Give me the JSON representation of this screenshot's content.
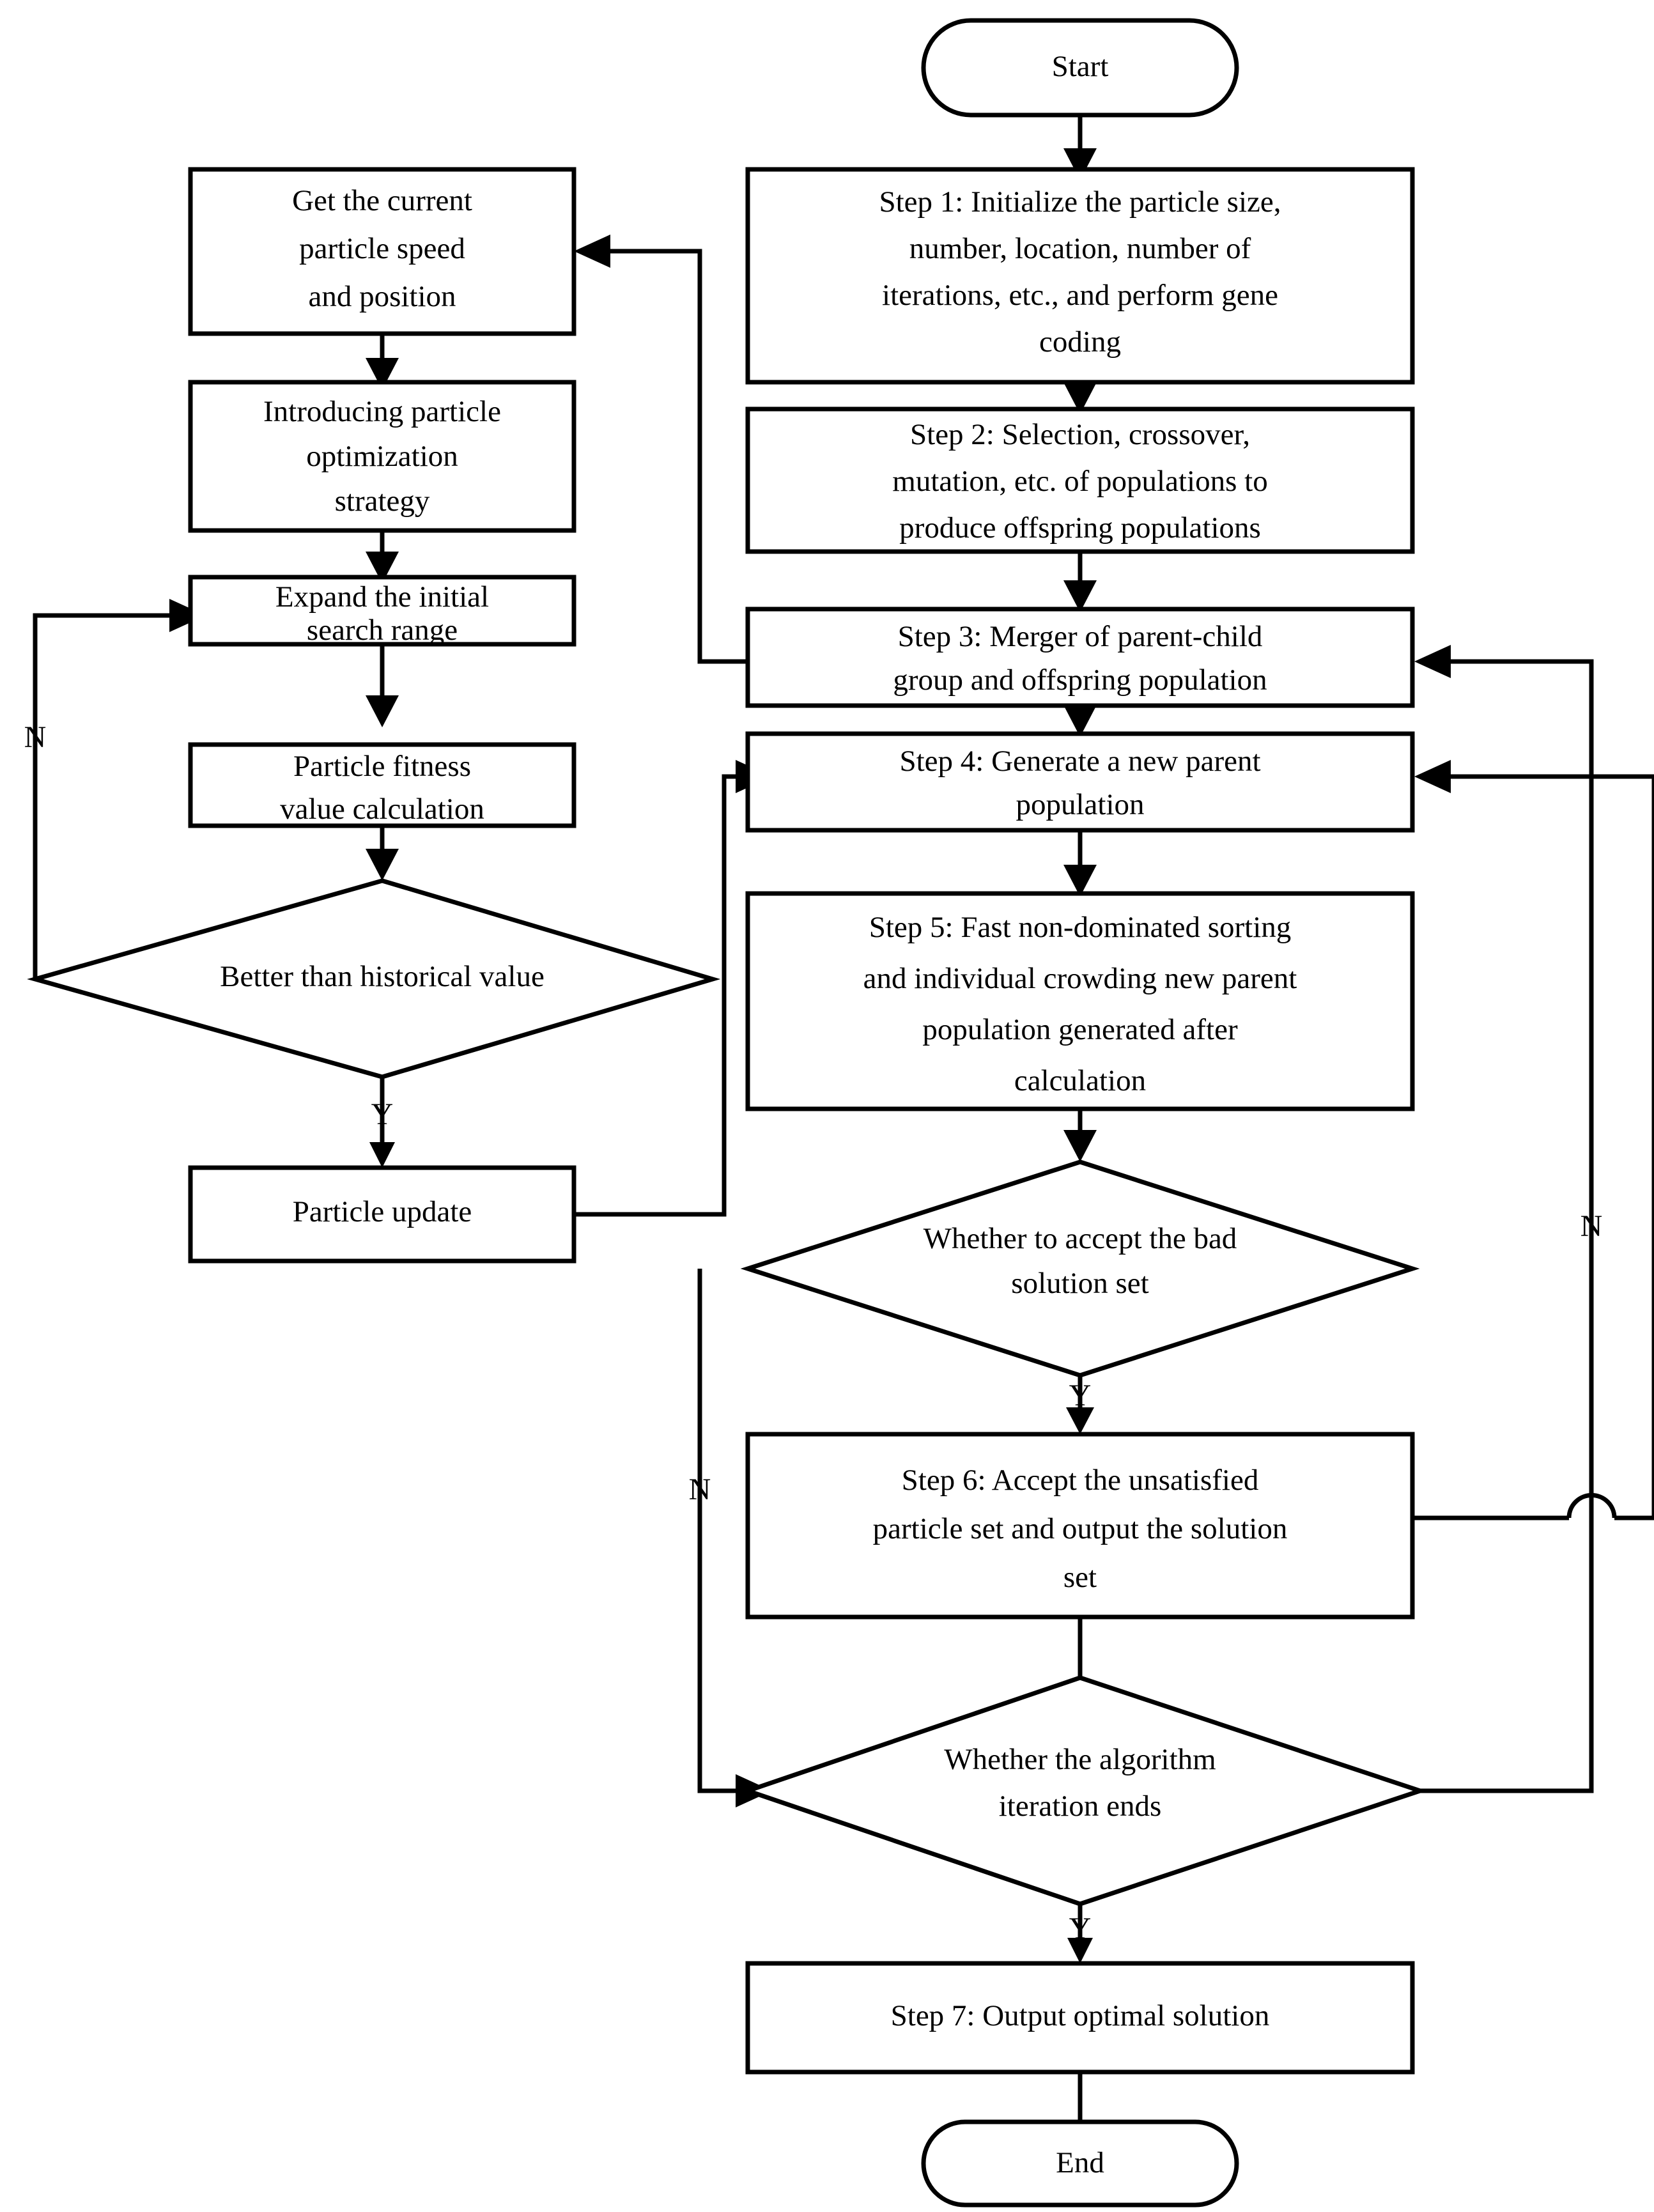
{
  "diagram": {
    "title": "Hybrid NSGA-II / Particle Swarm Optimization Algorithm Flowchart",
    "type": "flowchart",
    "background_color": "#ffffff",
    "line_color": "#000000",
    "text_color": "#000000"
  },
  "nodes": {
    "start": {
      "label": "Start",
      "shape": "terminator"
    },
    "end": {
      "label": "End",
      "shape": "terminator"
    },
    "step1": {
      "label": "Step 1: Initialize the particle size, number, location, number of iterations, etc., and perform gene coding",
      "shape": "process",
      "lines": [
        "Step 1: Initialize the particle size,",
        "number, location, number of",
        "iterations, etc., and perform gene",
        "coding"
      ]
    },
    "step2": {
      "label": "Step 2: Selection, crossover, mutation, etc. of populations to produce offspring populations",
      "shape": "process",
      "lines": [
        "Step 2: Selection, crossover,",
        "mutation, etc. of populations to",
        "produce offspring populations"
      ]
    },
    "step3": {
      "label": "Step 3: Merger of parent-child group and offspring population",
      "shape": "process",
      "lines": [
        "Step 3: Merger of parent-child",
        "group and offspring population"
      ]
    },
    "step4": {
      "label": "Step 4: Generate a new parent population",
      "shape": "process",
      "lines": [
        "Step 4: Generate a new parent",
        "population"
      ]
    },
    "step5": {
      "label": "Step 5: Fast non-dominated sorting and individual crowding new parent population generated after calculation",
      "shape": "process",
      "lines": [
        "Step 5: Fast non-dominated sorting",
        "and individual crowding new parent",
        "population generated after",
        "calculation"
      ]
    },
    "step6": {
      "label": "Step 6: Accept the unsatisfied particle set and output the solution set",
      "shape": "process",
      "lines": [
        "Step 6: Accept the unsatisfied",
        "particle set and output the solution",
        "set"
      ]
    },
    "step7": {
      "label": "Step 7: Output optimal solution",
      "shape": "process",
      "lines": [
        "Step 7: Output optimal solution"
      ]
    },
    "get_speed": {
      "label": "Get the current particle speed and position",
      "shape": "process",
      "lines": [
        "Get the current",
        "particle speed",
        "and position"
      ]
    },
    "introduce_pso": {
      "label": "Introducing particle optimization strategy",
      "shape": "process",
      "lines": [
        "Introducing particle",
        "optimization",
        "strategy"
      ]
    },
    "expand_range": {
      "label": "Expand the initial search range",
      "shape": "process",
      "lines": [
        "Expand the initial",
        "search range"
      ]
    },
    "fitness": {
      "label": "Particle fitness value calculation",
      "shape": "process",
      "lines": [
        "Particle fitness",
        "value calculation"
      ]
    },
    "particle_update": {
      "label": "Particle update",
      "shape": "process",
      "lines": [
        "Particle update"
      ]
    },
    "better_than_hist": {
      "label": "Better than historical value",
      "shape": "decision",
      "lines": [
        "Better than historical value"
      ]
    },
    "accept_bad": {
      "label": "Whether to accept the bad solution set",
      "shape": "decision",
      "lines": [
        "Whether to accept the bad",
        "solution set"
      ]
    },
    "iteration_ends": {
      "label": "Whether the algorithm iteration ends",
      "shape": "decision",
      "lines": [
        "Whether the algorithm",
        "iteration ends"
      ]
    }
  },
  "branch_labels": {
    "better_no": "N",
    "better_yes": "Y",
    "accept_bad_no": "N",
    "accept_bad_yes": "Y",
    "iteration_no": "N",
    "iteration_yes": "Y"
  },
  "edges": [
    {
      "from": "start",
      "to": "step1",
      "label": ""
    },
    {
      "from": "step1",
      "to": "step2",
      "label": ""
    },
    {
      "from": "step2",
      "to": "step3",
      "label": ""
    },
    {
      "from": "step3",
      "to": "step4",
      "label": ""
    },
    {
      "from": "step3",
      "to": "get_speed",
      "label": ""
    },
    {
      "from": "get_speed",
      "to": "introduce_pso",
      "label": ""
    },
    {
      "from": "introduce_pso",
      "to": "expand_range",
      "label": ""
    },
    {
      "from": "expand_range",
      "to": "fitness",
      "label": ""
    },
    {
      "from": "fitness",
      "to": "better_than_hist",
      "label": ""
    },
    {
      "from": "better_than_hist",
      "to": "expand_range",
      "label": "N"
    },
    {
      "from": "better_than_hist",
      "to": "particle_update",
      "label": "Y"
    },
    {
      "from": "particle_update",
      "to": "step4",
      "label": ""
    },
    {
      "from": "step4",
      "to": "step5",
      "label": ""
    },
    {
      "from": "step5",
      "to": "accept_bad",
      "label": ""
    },
    {
      "from": "accept_bad",
      "to": "step6",
      "label": "Y"
    },
    {
      "from": "accept_bad",
      "to": "iteration_ends",
      "label": "N"
    },
    {
      "from": "step6",
      "to": "step4",
      "label": ""
    },
    {
      "from": "iteration_ends",
      "to": "step3",
      "label": "N"
    },
    {
      "from": "iteration_ends",
      "to": "step7",
      "label": "Y"
    },
    {
      "from": "step7",
      "to": "end",
      "label": ""
    }
  ]
}
